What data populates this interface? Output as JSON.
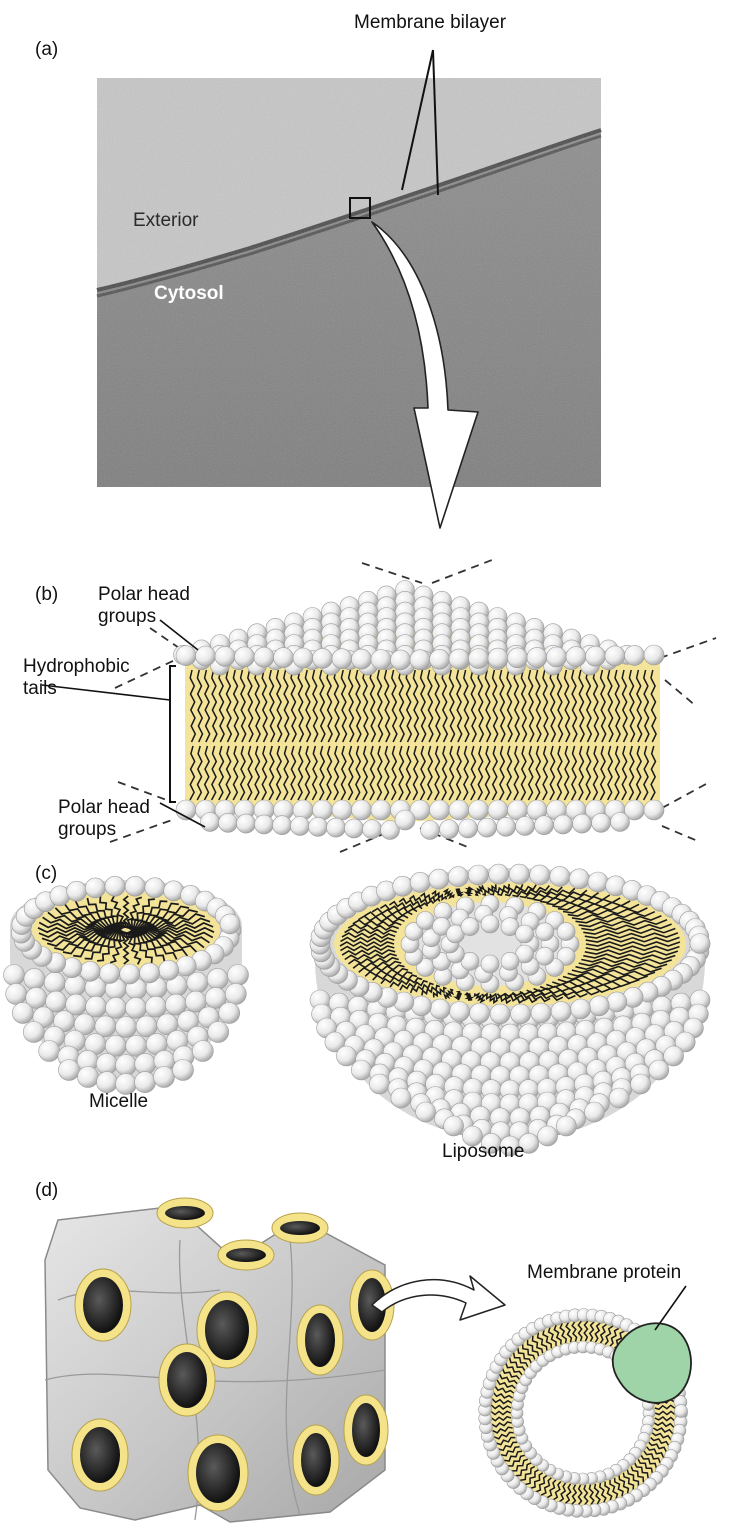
{
  "panels": {
    "a": {
      "tag": "(a)",
      "membrane_label": "Membrane bilayer",
      "exterior_label": "Exterior",
      "cytosol_label": "Cytosol"
    },
    "b": {
      "tag": "(b)",
      "polar_head_top": "Polar head groups",
      "hydrophobic_tails": "Hydrophobic tails",
      "polar_head_bottom": "Polar head groups"
    },
    "c": {
      "tag": "(c)",
      "micelle_label": "Micelle",
      "liposome_label": "Liposome"
    },
    "d": {
      "tag": "(d)",
      "membrane_protein_label": "Membrane protein"
    }
  },
  "colors": {
    "tail_yellow": "#f3e49a",
    "head_white": "#f4f4f4",
    "protein_green": "#9fd4a8",
    "micrograph_exterior": "#c4c4c4",
    "micrograph_cytosol": "#888888",
    "cubic_phase_gray": "#c9c9c9",
    "channel_ring_yellow": "#f5e38a"
  }
}
